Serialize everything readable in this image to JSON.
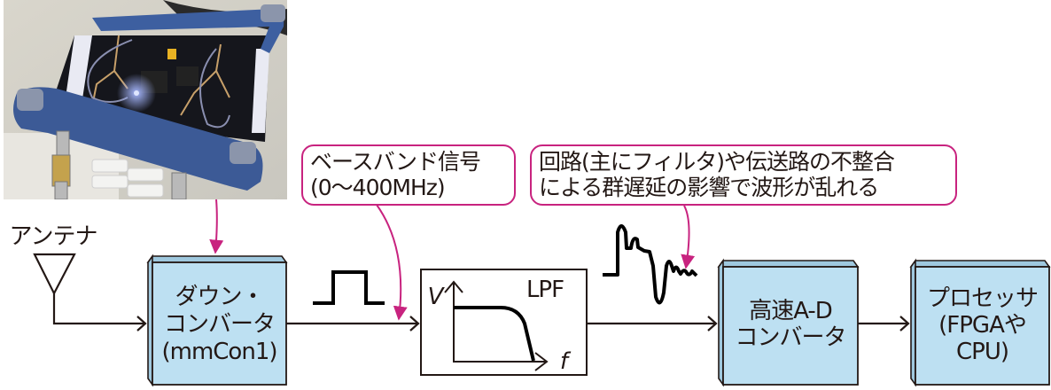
{
  "photo": {
    "description": "mmCon1 down-converter board in blue bumper case with SMA cables",
    "alt": "mmCon1 photo"
  },
  "callouts": {
    "baseband": {
      "line1": "ベースバンド信号",
      "line2": "(0～400MHz)"
    },
    "distortion": {
      "line1": "回路(主にフィルタ)や伝送路の不整合",
      "line2": "による群遅延の影響で波形が乱れる"
    }
  },
  "antenna": {
    "label": "アンテナ"
  },
  "blocks": [
    {
      "id": "downconverter",
      "lines": [
        "ダウン・",
        "コンバータ",
        "(mmCon1)"
      ]
    },
    {
      "id": "lpf",
      "label": "LPF",
      "v_axis": "V",
      "f_axis": "f"
    },
    {
      "id": "adc",
      "lines": [
        "高速A-D",
        "コンバータ"
      ]
    },
    {
      "id": "processor",
      "lines": [
        "プロセッサ",
        "(FPGAや",
        "CPU)"
      ]
    }
  ],
  "colors": {
    "block_fill": "#bde0f2",
    "callout": "#c8237f",
    "line": "#231815"
  }
}
